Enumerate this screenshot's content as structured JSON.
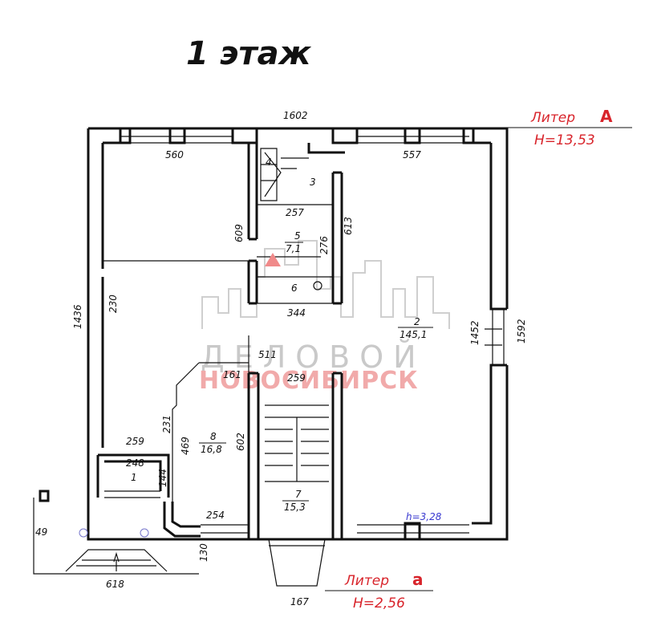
{
  "title": "1 этаж",
  "liter_main": {
    "label": "Литер",
    "letter": "А",
    "height": "H=13,53"
  },
  "liter_small": {
    "label": "Литер",
    "letter": "а",
    "height": "H=2,56"
  },
  "watermark": {
    "line1": "ДЕЛОВОЙ",
    "line2": "НОВОСИБИРСК"
  },
  "ceiling_height": "h=3,28",
  "rooms": [
    {
      "number": "1",
      "area": ""
    },
    {
      "number": "2",
      "area": "145,1"
    },
    {
      "number": "3",
      "area": ""
    },
    {
      "number": "4",
      "area": ""
    },
    {
      "number": "5",
      "area": "7,1"
    },
    {
      "number": "6",
      "area": ""
    },
    {
      "number": "7",
      "area": "15,3"
    },
    {
      "number": "8",
      "area": "16,8"
    }
  ],
  "dimensions": {
    "top_total": "1602",
    "left_window": "560",
    "right_window": "557",
    "stair_width": "257",
    "room5_height": "276",
    "corridor_609": "609",
    "right_613": "613",
    "room6_width": "344",
    "left_total": "1436",
    "left_inner": "230",
    "right_inner": "1452",
    "right_total": "1592",
    "mid_511": "511",
    "mid_161": "161",
    "mid_259": "259",
    "diag_231": "231",
    "room8_469": "469",
    "room8_602": "602",
    "room1_259": "259",
    "room1_248": "248",
    "room1_144": "144",
    "bottom_254": "254",
    "porch_49": "49",
    "porch_618": "618",
    "porch_130": "130",
    "entry_167": "167"
  },
  "colors": {
    "accent_red": "#d8242b",
    "line": "#111111",
    "ceiling_blue": "#3a3ad0"
  }
}
